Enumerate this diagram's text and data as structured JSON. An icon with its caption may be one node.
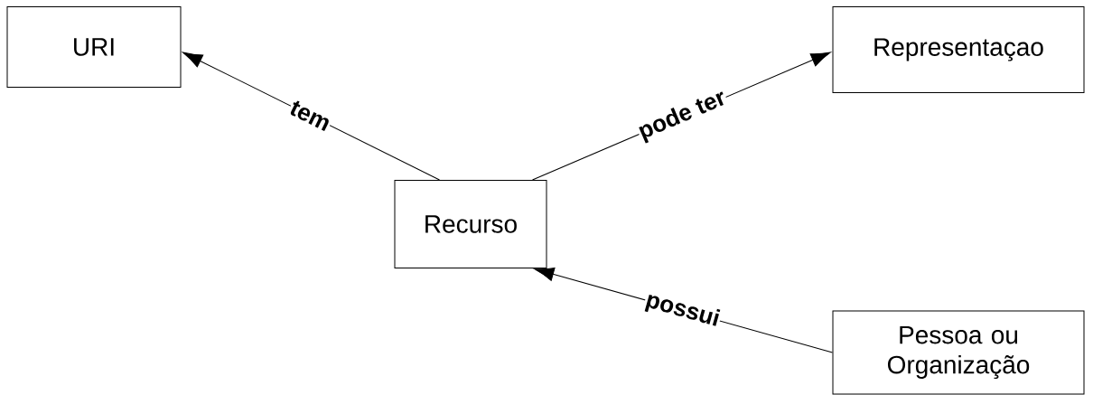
{
  "diagram": {
    "nodes": [
      {
        "text": [
          "URI"
        ]
      },
      {
        "text": [
          "Representaçao"
        ]
      },
      {
        "text": [
          "Recurso"
        ]
      },
      {
        "text": [
          "Pessoa ou Organização"
        ]
      }
    ],
    "edges": [
      {
        "from": 2,
        "to": 0,
        "arrow": "to",
        "label": "tem"
      },
      {
        "from": 2,
        "to": 1,
        "arrow": "to",
        "label": "pode ter"
      },
      {
        "from": 3,
        "to": 2,
        "arrow": "to",
        "label": "possui"
      }
    ]
  }
}
